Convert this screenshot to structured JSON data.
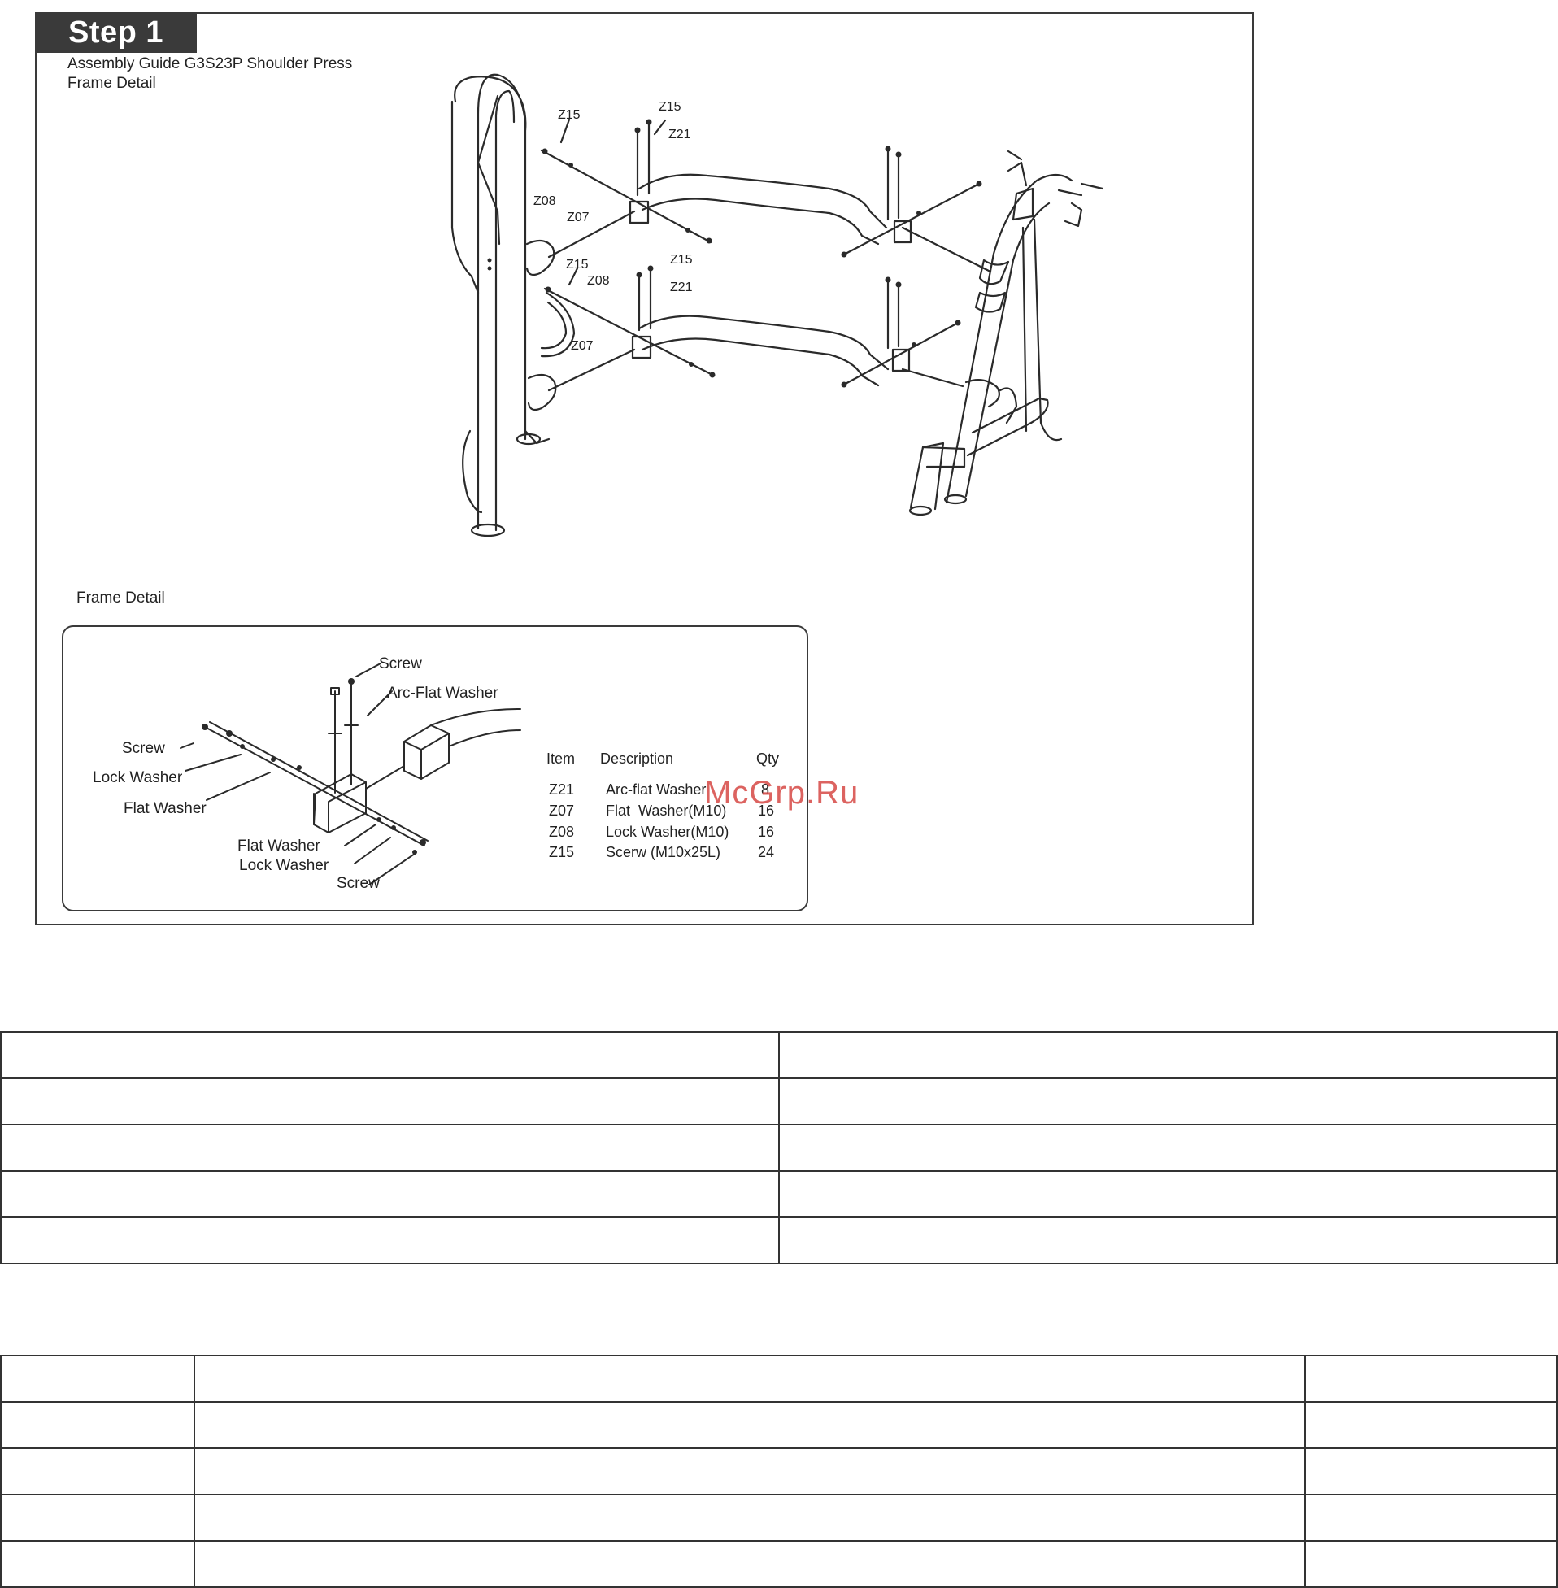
{
  "step_label": "Step 1",
  "subtitle_lines": [
    "Assembly Guide G3S23P Shoulder Press",
    "Frame Detail"
  ],
  "main_callouts": [
    "Z15",
    "Z15",
    "Z21",
    "Z08",
    "Z07",
    "Z15",
    "Z08",
    "Z15",
    "Z21",
    "Z07"
  ],
  "frame_detail_label": "Frame Detail",
  "detail_callouts": {
    "screw_top": "Screw",
    "arc_flat_washer": "Arc-Flat Washer",
    "screw_left": "Screw",
    "lock_washer_left": "Lock Washer",
    "flat_washer_left": "Flat Washer",
    "flat_washer_bottom": "Flat Washer",
    "lock_washer_bottom": "Lock Washer",
    "screw_bottom": "Screw"
  },
  "parts_table": {
    "headers": [
      "Item",
      "Description",
      "Qty"
    ],
    "rows": [
      [
        "Z21",
        "Arc-flat Washer",
        "8"
      ],
      [
        "Z07",
        "Flat  Washer(M10)",
        "16"
      ],
      [
        "Z08",
        "Lock Washer(M10)",
        "16"
      ],
      [
        "Z15",
        "Scerw (M10x25L)",
        "24"
      ]
    ]
  },
  "watermark": "McGrp.Ru"
}
